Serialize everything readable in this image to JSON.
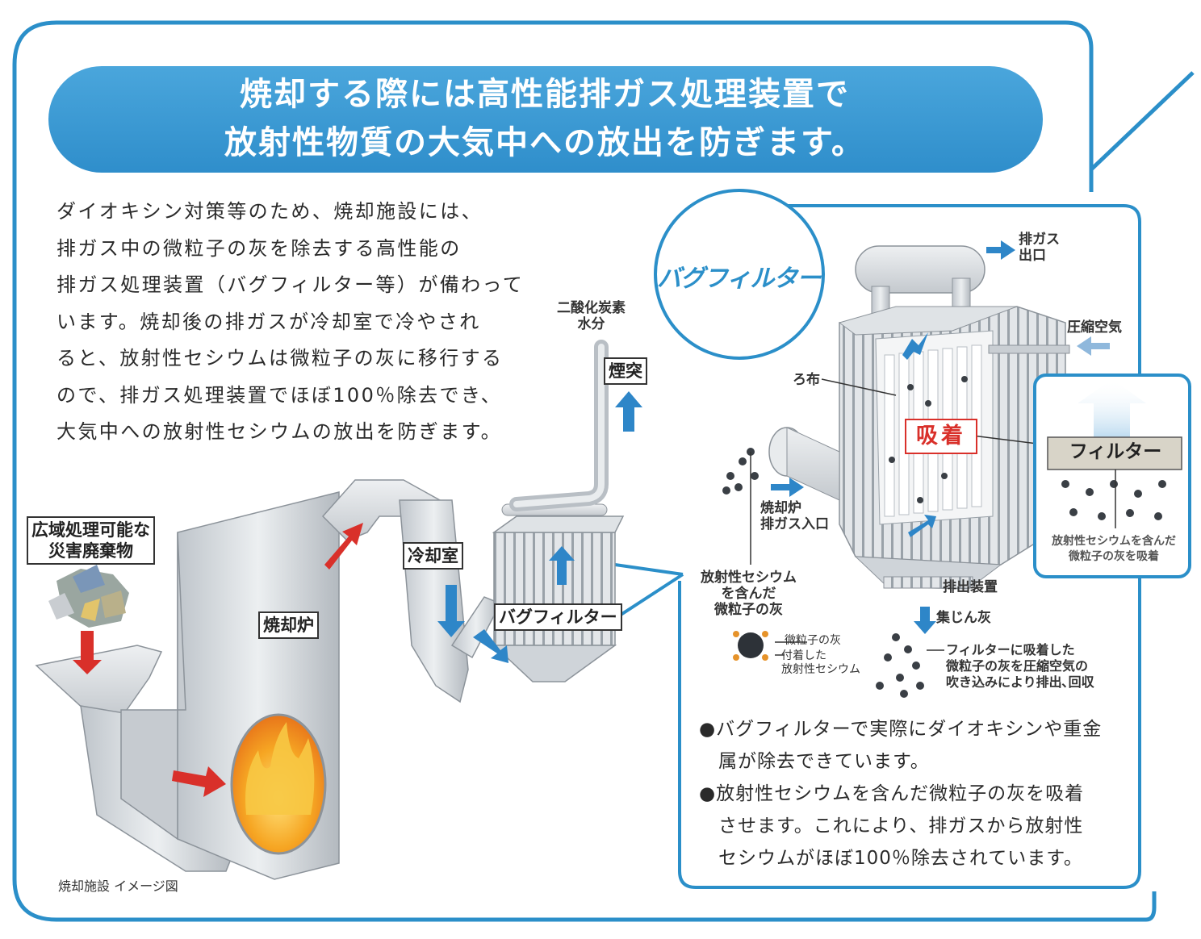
{
  "header": {
    "title_line1": "焼却する際には高性能排ガス処理装置で",
    "title_line2": "放射性物質の大気中への放出を防ぎます。"
  },
  "intro": {
    "lines": [
      "ダイオキシン対策等のため、焼却施設には、",
      "排ガス中の微粒子の灰を除去する高性能の",
      "排ガス処理装置（バグフィルター等）が備わって",
      "います。焼却後の排ガスが冷却室で冷やされ",
      "ると、放射性セシウムは微粒子の灰に移行する",
      "ので、排ガス処理装置でほぼ100％除去でき、",
      "大気中への放射性セシウムの放出を防ぎます。"
    ]
  },
  "plant": {
    "waste_line1": "広域処理可能な",
    "waste_line2": "災害廃棄物",
    "furnace": "焼却炉",
    "cooling": "冷却室",
    "bag_filter": "バグフィルター",
    "chimney": "煙突",
    "exhaust_line1": "二酸化炭素",
    "exhaust_line2": "水分",
    "caption": "焼却施設 イメージ図"
  },
  "bagfilter_detail": {
    "title": "バグフィルター",
    "gas_outlet_line1": "排ガス",
    "gas_outlet_line2": "出口",
    "compressed_air": "圧縮空気",
    "filter_cloth": "ろ布",
    "adsorption": "吸着",
    "inlet_line1": "焼却炉",
    "inlet_line2": "排ガス入口",
    "cesium_ash_line1": "放射性セシウム",
    "cesium_ash_line2": "を含んだ",
    "cesium_ash_line3": "微粒子の灰",
    "legend_ash": "微粒子の灰",
    "legend_cs_line1": "付着した",
    "legend_cs_line2": "放射性セシウム",
    "discharge": "排出装置",
    "dust": "集じん灰",
    "note_line1": "フィルターに吸着した",
    "note_line2": "微粒子の灰を圧縮空気の",
    "note_line3": "吹き込みにより排出､回収",
    "inset_title": "フィルター",
    "inset_caption_line1": "放射性セシウムを含んだ",
    "inset_caption_line2": "微粒子の灰を吸着",
    "bullets": [
      "●バグフィルターで実際にダイオキシンや重金",
      "　属が除去できています。",
      "●放射性セシウムを含んだ微粒子の灰を吸着",
      "　させます。これにより、排ガスから放射性",
      "　セシウムがほぼ100％除去されています。"
    ]
  },
  "colors": {
    "frame_blue": "#2b8fc9",
    "header_blue": "#3a9bd3",
    "arrow_red": "#d9302a",
    "arrow_blue": "#2e86c8",
    "machine_gray": "#d5d9dd"
  }
}
